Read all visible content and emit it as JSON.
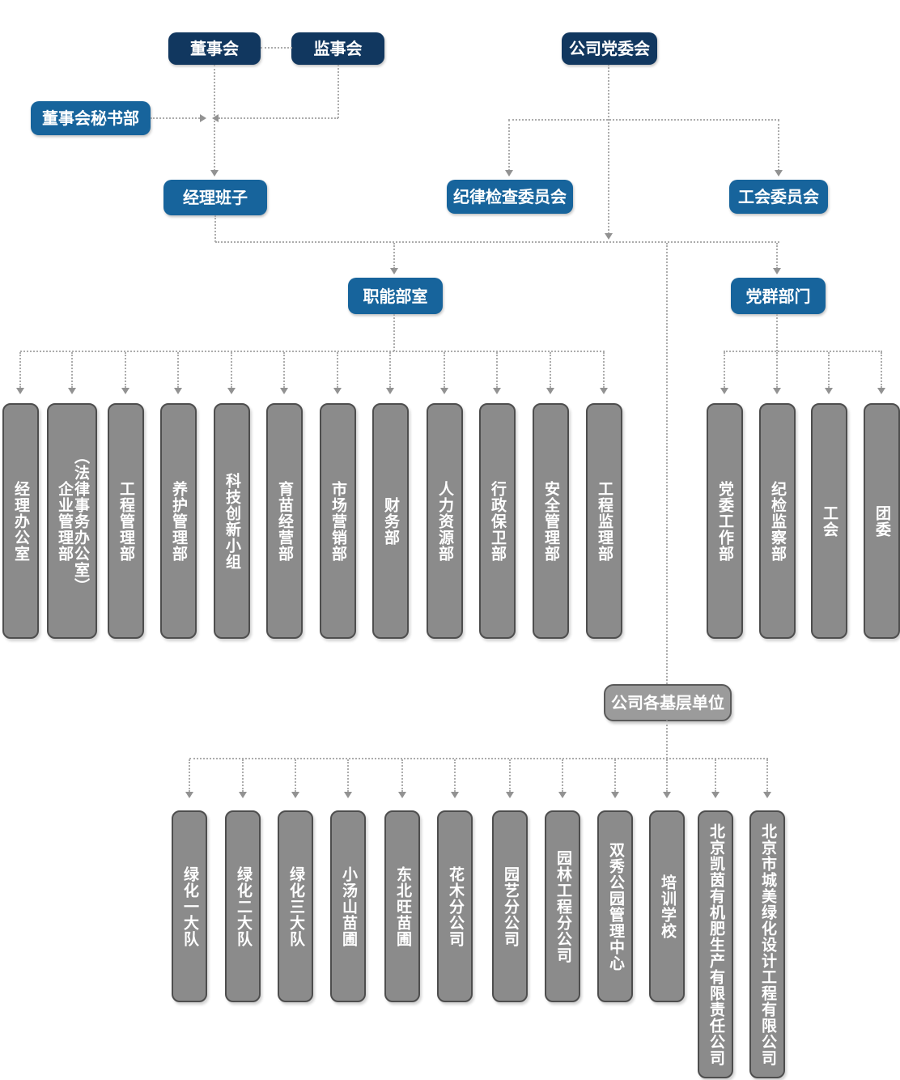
{
  "org_chart": {
    "governance": {
      "board": "董事会",
      "supervisory_board": "监事会",
      "party_committee": "公司党委会",
      "board_secretary_dept": "董事会秘书部",
      "management_team": "经理班子",
      "discipline_inspection_committee": "纪律检查委员会",
      "labor_union_committee": "工会委员会"
    },
    "functional_departments": {
      "header": "职能部室",
      "items": [
        "经理办公室",
        "（法律事务办公室）\n企业管理部",
        "工程管理部",
        "养护管理部",
        "科技创新小组",
        "育苗经营部",
        "市场营销部",
        "财务部",
        "人力资源部",
        "行政保卫部",
        "安全管理部",
        "工程监理部"
      ]
    },
    "party_mass_departments": {
      "header": "党群部门",
      "items": [
        "党委工作部",
        "纪检监察部",
        "工会",
        "团委"
      ]
    },
    "grassroots_units": {
      "header": "公司各基层单位",
      "items": [
        "绿化一大队",
        "绿化二大队",
        "绿化三大队",
        "小汤山苗圃",
        "东北旺苗圃",
        "花木分公司",
        "园艺分公司",
        "园林工程分公司",
        "双秀公园管理中心",
        "培训学校",
        "北京凯茵有机肥生产有限责任公司",
        "北京市城美绿化设计工程有限公司"
      ]
    },
    "colors": {
      "navy_box": "#11375f",
      "blue_box": "#17649c",
      "bar_fill": "#8b8b8b",
      "bar_border": "#4e4e4e",
      "unit_box_fill": "#9b9b9b",
      "unit_box_border": "#5a5a5a",
      "connector_line": "#acacac",
      "arrowhead": "#929292"
    }
  }
}
